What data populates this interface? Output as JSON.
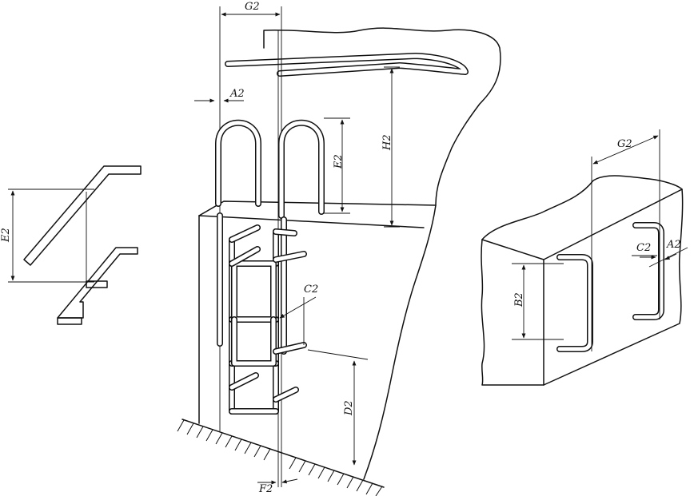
{
  "labels": {
    "left_e2": "E2",
    "main_g2": "G2",
    "main_a2": "A2",
    "main_e2": "E2",
    "main_h2": "H2",
    "main_c2": "C2",
    "main_d2": "D2",
    "main_f2": "F2",
    "right_g2": "G2",
    "right_c2": "C2",
    "right_a2": "A2",
    "right_b2": "B2"
  },
  "colors": {
    "line": "#111111",
    "background": "#ffffff"
  }
}
